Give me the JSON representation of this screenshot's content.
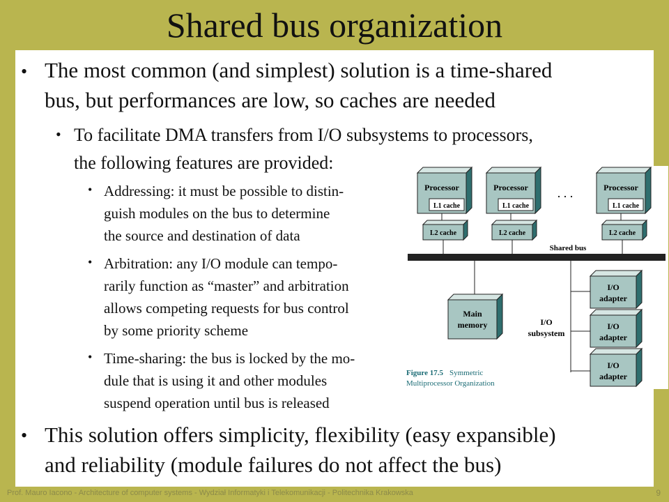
{
  "title": "Shared bus organization",
  "bullets": {
    "b1_line1": "The most common (and simplest) solution is a time-shared",
    "b1_line2": "bus, but performances are low, so caches are needed",
    "b2_line1": "To facilitate DMA transfers from I/O subsystems to processors,",
    "b2_line2": "the following features are provided:",
    "b3a_line1": "Addressing: it must be possible to distin-",
    "b3a_line2": "guish modules on the bus to determine",
    "b3a_line3": "the source and destination of data",
    "b3b_line1": "Arbitration: any I/O module can tempo-",
    "b3b_line2": "rarily function as “master” and arbitration",
    "b3b_line3": "allows competing requests for bus control",
    "b3b_line4": "by some priority scheme",
    "b3c_line1": "Time-sharing: the bus is locked by the mo-",
    "b3c_line2": "dule that is using it and other modules",
    "b3c_line3": "suspend operation until bus is released",
    "b4_line1": "This solution offers simplicity, flexibility (easy expansible)",
    "b4_line2": "and reliability (module failures do not affect the bus)"
  },
  "figure": {
    "processor": "Processor",
    "l1": "L1 cache",
    "l2": "L2 cache",
    "ellipsis": ". . .",
    "shared_bus": "Shared bus",
    "main_memory_1": "Main",
    "main_memory_2": "memory",
    "io_subsystem_1": "I/O",
    "io_subsystem_2": "subsystem",
    "io_1": "I/O",
    "adapter": "adapter",
    "caption_bold": "Figure 17.5",
    "caption_rest": " Symmetric",
    "caption_line2": "Multiprocessor Organization"
  },
  "colors": {
    "background": "#b9b54f",
    "box_fill": "#a8c6c2",
    "box_side": "#2f6e6e",
    "caption": "#1a6b74"
  },
  "footer": "Prof. Mauro Iacono - Architecture of computer systems - Wydział Informatyki i Telekomunikacji - Politechnika Krakowska",
  "page_number": "9"
}
